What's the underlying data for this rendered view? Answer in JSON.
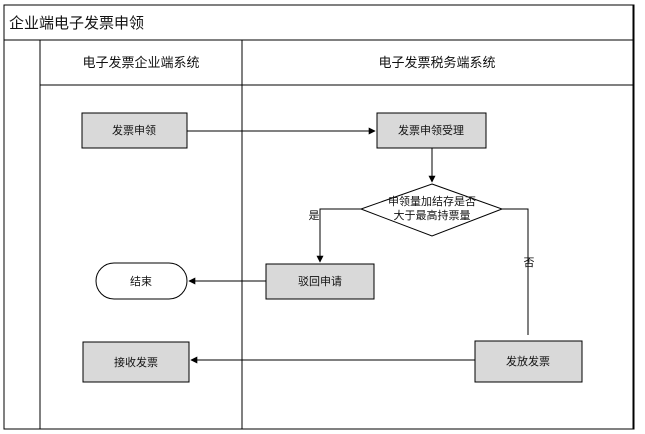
{
  "title": "企业端电子发票申领",
  "lanes": [
    {
      "id": "enterprise",
      "label": "电子发票企业端系统"
    },
    {
      "id": "tax",
      "label": "电子发票税务端系统"
    }
  ],
  "nodes": [
    {
      "id": "apply",
      "label": "发票申领"
    },
    {
      "id": "accept",
      "label": "发票申领受理"
    },
    {
      "id": "check",
      "label_lines": [
        "申领量加结存是否",
        "大于最高持票量"
      ]
    },
    {
      "id": "reject",
      "label": "驳回申请"
    },
    {
      "id": "end",
      "label": "结束"
    },
    {
      "id": "issue",
      "label": "发放发票"
    },
    {
      "id": "receive",
      "label": "接收发票"
    }
  ],
  "edge_labels": {
    "yes": "是",
    "no": "否"
  },
  "colors": {
    "node_fill": "#d9d9d9",
    "stroke": "#000000"
  }
}
